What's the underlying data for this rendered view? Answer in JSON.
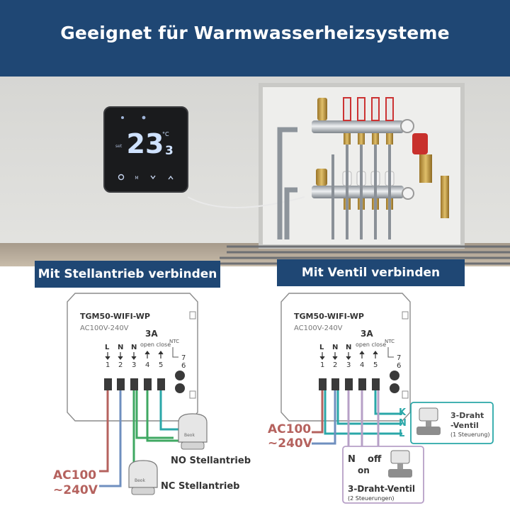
{
  "banner": {
    "title": "Geeignet für Warmwasserheizsysteme"
  },
  "thermostat": {
    "temp_main": "23",
    "temp_decimal": "3",
    "unit": "°C",
    "set_label": "set"
  },
  "left_panel": {
    "section_title": "Mit Stellantrieb verbinden",
    "model": "TGM50-WIFI-WP",
    "voltage": "AC100V-240V",
    "current": "3A",
    "oc_label": "open close",
    "ntc_label": "NTC",
    "terminal_letters": [
      "L",
      "N",
      "N"
    ],
    "terminal_numbers": [
      "1",
      "2",
      "3",
      "4",
      "5"
    ],
    "ntc_numbers": [
      "7",
      "6"
    ],
    "supply_line1": "AC100",
    "supply_line2": "~240V",
    "actuator_brand": "Beok",
    "no_label": "NO Stellantrieb",
    "nc_label": "NC Stellantrieb"
  },
  "right_panel": {
    "section_title": "Mit Ventil verbinden",
    "model": "TGM50-WIFI-WP",
    "voltage": "AC100V-240V",
    "current": "3A",
    "oc_label": "open close",
    "ntc_label": "NTC",
    "terminal_letters": [
      "L",
      "N",
      "N"
    ],
    "terminal_numbers": [
      "1",
      "2",
      "3",
      "4",
      "5"
    ],
    "ntc_numbers": [
      "7",
      "6"
    ],
    "supply_line1": "AC100",
    "supply_line2": "~240V",
    "kn_labels": [
      "K",
      "N",
      "L"
    ],
    "valve1_title": "3-Draht",
    "valve1_title2": "-Ventil",
    "valve1_sub": "(1 Steuerung)",
    "n_label": "N",
    "on_label": "on",
    "off_label": "off",
    "valve2_title": "3-Draht-Ventil",
    "valve2_sub": "(2 Steuerungen)"
  },
  "colors": {
    "navy": "#1f4774",
    "red_wire": "#b5625e",
    "blue_wire": "#6f8fbf",
    "green_wire": "#3fa862",
    "teal_wire": "#2aa7a8",
    "purple_wire": "#b7a0c7"
  }
}
